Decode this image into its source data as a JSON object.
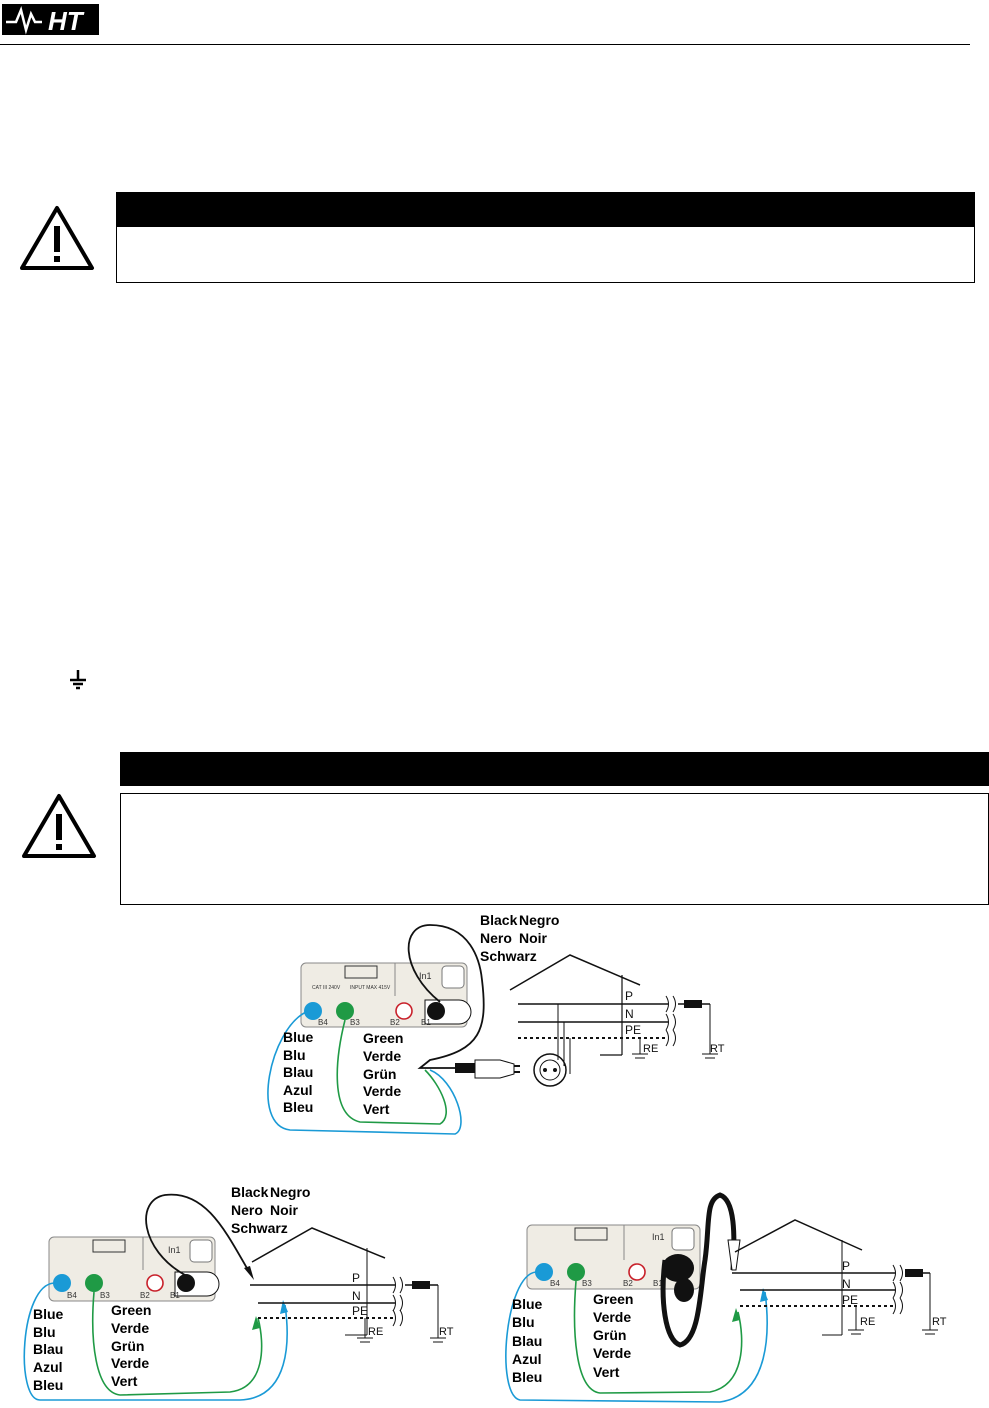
{
  "header": {
    "logo_text": "HT"
  },
  "warnings": [
    {
      "icon": "warning-triangle-icon",
      "title": "",
      "body": ""
    },
    {
      "icon": "warning-triangle-icon",
      "title": "",
      "body": ""
    }
  ],
  "ground_symbol": "earth-ground-icon",
  "diagrams": {
    "top": {
      "black_labels": [
        "Black",
        "Nero",
        "Schwarz"
      ],
      "black_labels_2": [
        "Negro",
        "Noir"
      ],
      "blue_labels": [
        "Blue",
        "Blu",
        "Blau",
        "Azul",
        "Bleu"
      ],
      "green_labels": [
        "Green",
        "Verde",
        "Grün",
        "Verde",
        "Vert"
      ],
      "terminals": [
        "B4",
        "B3",
        "B2",
        "B1"
      ],
      "line_labels": [
        "P",
        "N",
        "PE"
      ],
      "re_label": "RE",
      "rt_label": "RT",
      "in_label": "In1",
      "cat_text": "CAT III 240V",
      "input_text": "INPUT MAX 415V"
    },
    "bottom_left": {
      "black_labels": [
        "Black",
        "Nero",
        "Schwarz"
      ],
      "black_labels_2": [
        "Negro",
        "Noir"
      ],
      "blue_labels": [
        "Blue",
        "Blu",
        "Blau",
        "Azul",
        "Bleu"
      ],
      "green_labels": [
        "Green",
        "Verde",
        "Grün",
        "Verde",
        "Vert"
      ],
      "terminals": [
        "B4",
        "B3",
        "B2",
        "B1"
      ],
      "line_labels": [
        "P",
        "N",
        "PE"
      ],
      "re_label": "RE",
      "rt_label": "RT",
      "in_label": "In1"
    },
    "bottom_right": {
      "blue_labels": [
        "Blue",
        "Blu",
        "Blau",
        "Azul",
        "Bleu"
      ],
      "green_labels": [
        "Green",
        "Verde",
        "Grün",
        "Verde",
        "Vert"
      ],
      "terminals": [
        "B4",
        "B3",
        "B2",
        "B1"
      ],
      "line_labels": [
        "P",
        "N",
        "PE"
      ],
      "re_label": "RE",
      "rt_label": "RT",
      "in_label": "In1"
    }
  },
  "colors": {
    "blue_lead": "#1a9ad6",
    "green_lead": "#1f9a45",
    "black_lead": "#111111",
    "red_terminal": "#c8202a",
    "instrument_body": "#efece4"
  }
}
